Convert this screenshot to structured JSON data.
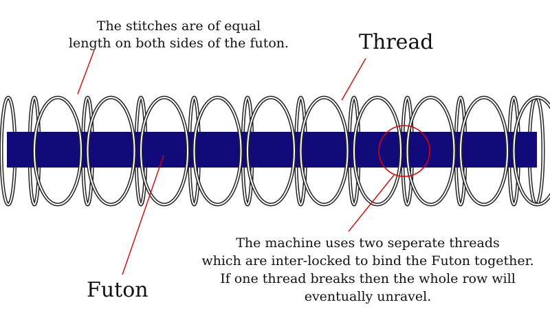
{
  "labels": {
    "stitches_note": [
      "The stitches are of equal",
      "length on both sides of the futon."
    ],
    "thread": "Thread",
    "futon": "Futon",
    "machine_note": [
      "The machine uses two seperate threads",
      "which are inter-locked to bind the Futon together.",
      "If one thread breaks then the whole row will",
      "eventually unravel."
    ]
  },
  "colors": {
    "futon_band": "#120a7a",
    "pointer_lines": "#e00000",
    "thread_stroke": "#222222",
    "background": "#ffffff"
  },
  "diagram": {
    "thread_loop_count": 10,
    "highlight": "red-circle-around-interlock"
  }
}
